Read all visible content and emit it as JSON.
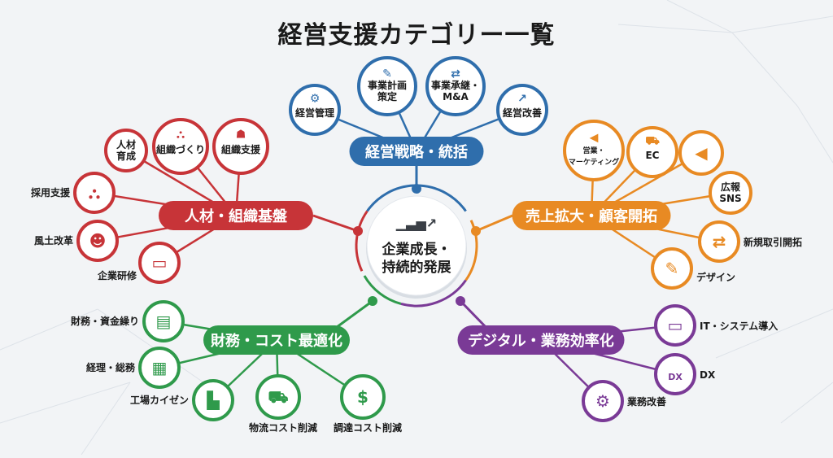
{
  "title": "経営支援カテゴリー一覧",
  "center": {
    "lines": [
      "企業成長・",
      "持続的発展"
    ],
    "icon": "growth-chart-icon"
  },
  "categories": [
    {
      "id": "strategy",
      "label": "経営戦略・統括",
      "color": "#2f6eac",
      "items": [
        {
          "lines": [
            "経営管理"
          ],
          "icon": "gears-icon"
        },
        {
          "lines": [
            "事業計画",
            "策定"
          ],
          "icon": "clipboard-icon"
        },
        {
          "lines": [
            "事業承継・",
            "M&A"
          ],
          "icon": "handshake-icon"
        },
        {
          "lines": [
            "経営改善"
          ],
          "icon": "growth-hand-icon"
        }
      ]
    },
    {
      "id": "hr",
      "label": "人材・組織基盤",
      "color": "#c73438",
      "items": [
        {
          "lines": [
            "人材",
            "育成"
          ],
          "icon": ""
        },
        {
          "lines": [
            "組織づくり"
          ],
          "icon": "org-chart-icon"
        },
        {
          "lines": [
            "組織支援"
          ],
          "icon": "team-icon"
        },
        {
          "lines": [
            "採用支援"
          ],
          "icon": "org-chart-icon"
        },
        {
          "lines": [
            "風土改革"
          ],
          "icon": "people-icon"
        },
        {
          "lines": [
            "企業研修"
          ],
          "icon": "training-icon"
        }
      ]
    },
    {
      "id": "sales",
      "label": "売上拡大・顧客開拓",
      "color": "#e88a23",
      "items": [
        {
          "lines": [
            "営業・",
            "マーケティング"
          ],
          "icon": "megaphone-icon"
        },
        {
          "lines": [
            "EC"
          ],
          "icon": "cart-icon"
        },
        {
          "lines": [],
          "icon": "megaphone-icon"
        },
        {
          "lines": [
            "広報",
            "SNS"
          ],
          "icon": ""
        },
        {
          "lines": [
            "新規取引開拓"
          ],
          "icon": "handshake-icon"
        },
        {
          "lines": [
            "デザイン"
          ],
          "icon": "pencil-icon"
        }
      ]
    },
    {
      "id": "finance",
      "label": "財務・コスト最適化",
      "color": "#2f9a4b",
      "items": [
        {
          "lines": [
            "財務・資金繰り"
          ],
          "icon": "money-icon"
        },
        {
          "lines": [
            "経理・総務"
          ],
          "icon": "document-coin-icon"
        },
        {
          "lines": [
            "工場カイゼン"
          ],
          "icon": "factory-icon"
        },
        {
          "lines": [
            "物流コスト削減"
          ],
          "icon": "truck-icon"
        },
        {
          "lines": [
            "調達コスト削減"
          ],
          "icon": "coin-hand-icon"
        }
      ]
    },
    {
      "id": "digital",
      "label": "デジタル・業務効率化",
      "color": "#7a3a96",
      "items": [
        {
          "lines": [
            "IT・システム導入"
          ],
          "icon": "monitor-icon"
        },
        {
          "lines": [
            "DX"
          ],
          "icon": "laptop-icon"
        },
        {
          "lines": [
            "業務改善"
          ],
          "icon": "gears-icon"
        }
      ]
    }
  ]
}
